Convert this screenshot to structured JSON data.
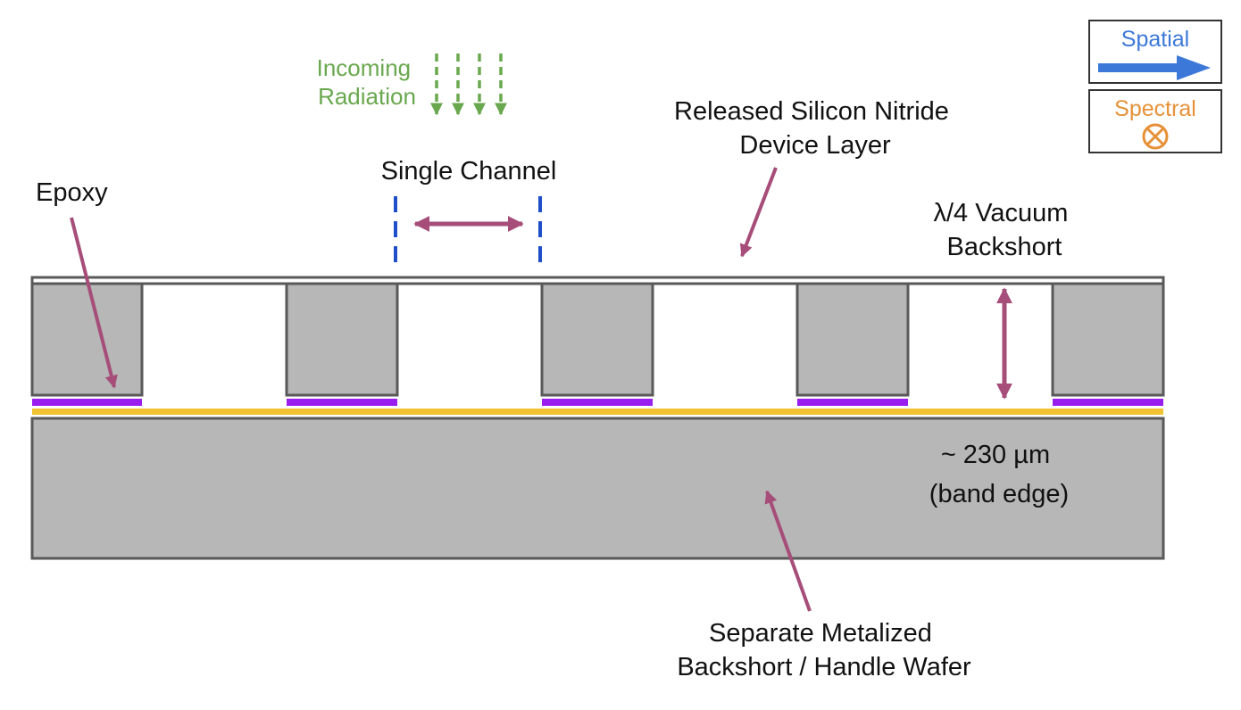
{
  "labels": {
    "incoming_line1": "Incoming",
    "incoming_line2": "Radiation",
    "single_channel": "Single Channel",
    "released_line1": "Released Silicon Nitride",
    "released_line2": "Device Layer",
    "epoxy": "Epoxy",
    "backshort_line1": "λ/4 Vacuum",
    "backshort_line2": "Backshort",
    "band_edge_line1": "~ 230 µm",
    "band_edge_line2": "(band edge)",
    "handle_line1": "Separate Metalized",
    "handle_line2": "Backshort / Handle Wafer"
  },
  "legend": {
    "spatial": "Spatial",
    "spectral": "Spectral"
  },
  "colors": {
    "silicon": "#b7b7b7",
    "outline": "#595959",
    "epoxy": "#9a1df0",
    "metal": "#f1c232",
    "annotation_arrow": "#a64d79",
    "channel_marker": "#1f4fc8",
    "radiation": "#6aa84f",
    "spatial": "#3c78d8",
    "spectral": "#e69138"
  }
}
